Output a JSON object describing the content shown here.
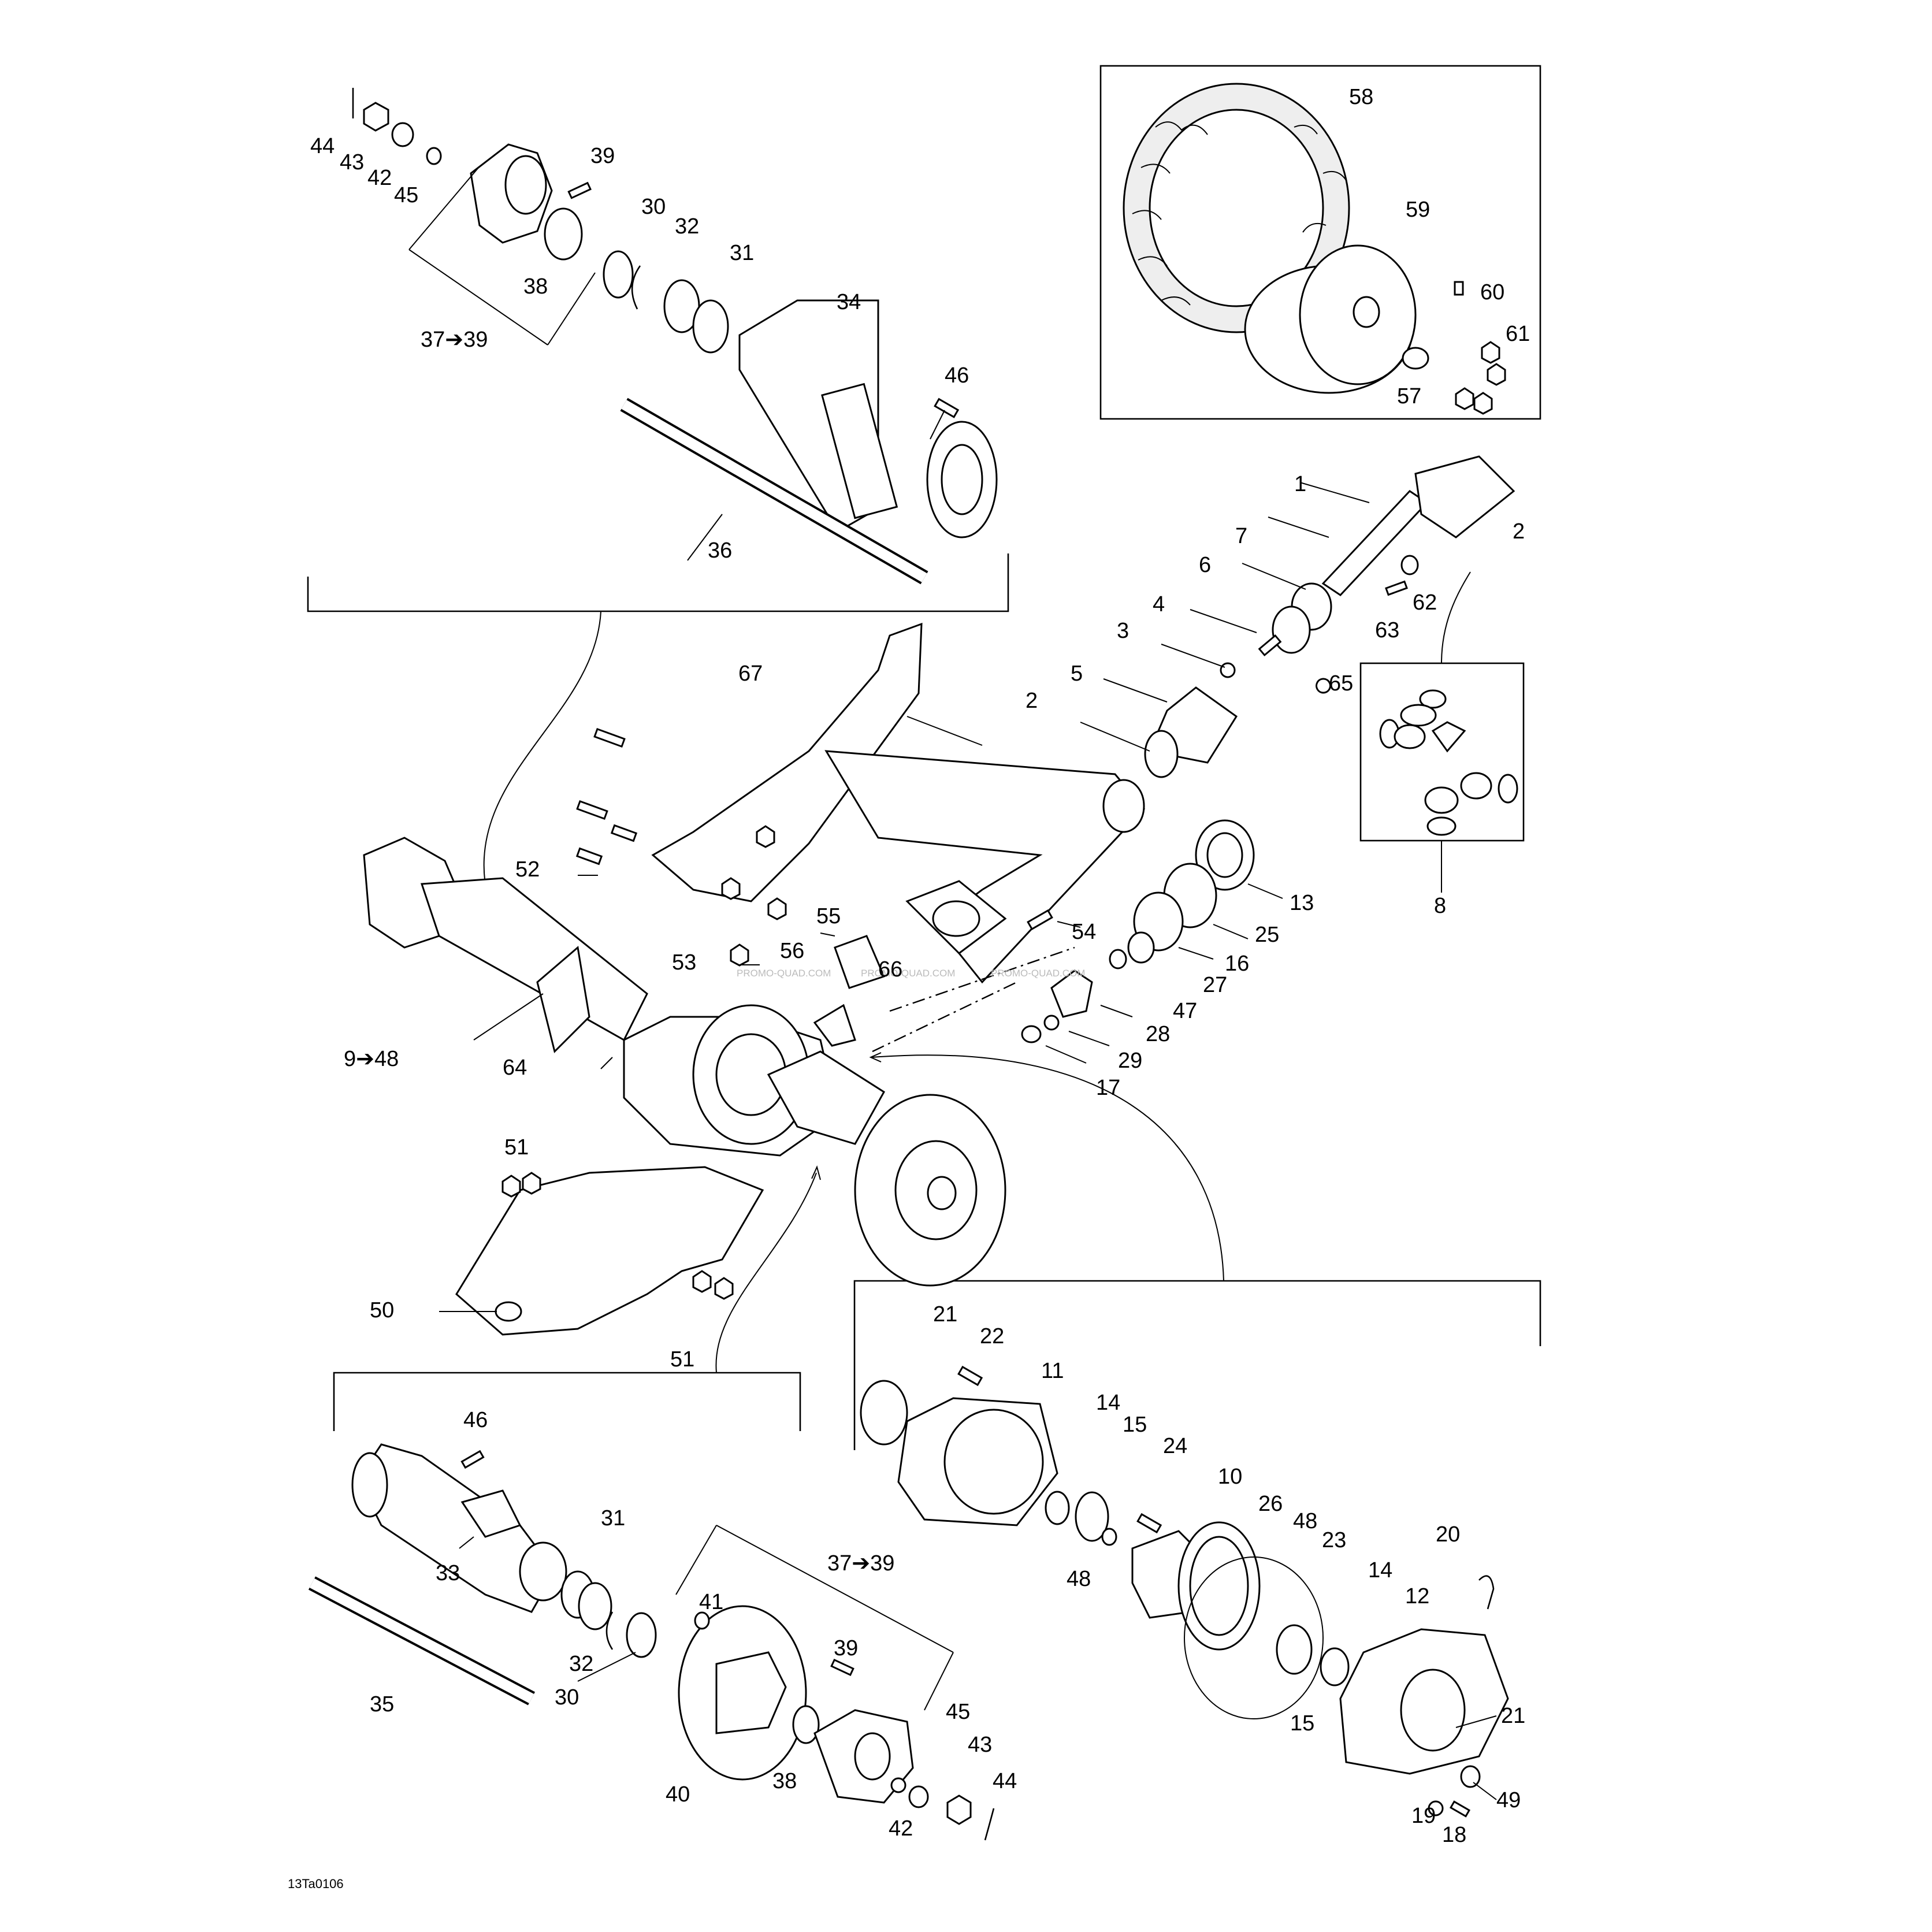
{
  "figure_code": "13Ta0106",
  "watermark": "PROMO-QUAD.COM",
  "callouts": [
    {
      "id": "c-44a",
      "text": "44"
    },
    {
      "id": "c-43a",
      "text": "43"
    },
    {
      "id": "c-42a",
      "text": "42"
    },
    {
      "id": "c-45a",
      "text": "45"
    },
    {
      "id": "c-39a",
      "text": "39"
    },
    {
      "id": "c-38a",
      "text": "38"
    },
    {
      "id": "c-3739a",
      "text": "37➔39"
    },
    {
      "id": "c-30a",
      "text": "30"
    },
    {
      "id": "c-32a",
      "text": "32"
    },
    {
      "id": "c-31a",
      "text": "31"
    },
    {
      "id": "c-34",
      "text": "34"
    },
    {
      "id": "c-46a",
      "text": "46"
    },
    {
      "id": "c-36",
      "text": "36"
    },
    {
      "id": "c-58",
      "text": "58"
    },
    {
      "id": "c-59",
      "text": "59"
    },
    {
      "id": "c-60",
      "text": "60"
    },
    {
      "id": "c-61",
      "text": "61"
    },
    {
      "id": "c-57",
      "text": "57"
    },
    {
      "id": "c-1",
      "text": "1"
    },
    {
      "id": "c-2a",
      "text": "2"
    },
    {
      "id": "c-7",
      "text": "7"
    },
    {
      "id": "c-6",
      "text": "6"
    },
    {
      "id": "c-62",
      "text": "62"
    },
    {
      "id": "c-4",
      "text": "4"
    },
    {
      "id": "c-63",
      "text": "63"
    },
    {
      "id": "c-3",
      "text": "3"
    },
    {
      "id": "c-65",
      "text": "65"
    },
    {
      "id": "c-5",
      "text": "5"
    },
    {
      "id": "c-2b",
      "text": "2"
    },
    {
      "id": "c-67",
      "text": "67"
    },
    {
      "id": "c-8",
      "text": "8"
    },
    {
      "id": "c-52",
      "text": "52"
    },
    {
      "id": "c-13",
      "text": "13"
    },
    {
      "id": "c-25",
      "text": "25"
    },
    {
      "id": "c-54",
      "text": "54"
    },
    {
      "id": "c-16",
      "text": "16"
    },
    {
      "id": "c-55",
      "text": "55"
    },
    {
      "id": "c-53",
      "text": "53"
    },
    {
      "id": "c-56",
      "text": "56"
    },
    {
      "id": "c-66",
      "text": "66"
    },
    {
      "id": "c-27",
      "text": "27"
    },
    {
      "id": "c-47",
      "text": "47"
    },
    {
      "id": "c-28",
      "text": "28"
    },
    {
      "id": "c-29",
      "text": "29"
    },
    {
      "id": "c-17",
      "text": "17"
    },
    {
      "id": "c-948",
      "text": "9➔48"
    },
    {
      "id": "c-64",
      "text": "64"
    },
    {
      "id": "c-51a",
      "text": "51"
    },
    {
      "id": "c-50",
      "text": "50"
    },
    {
      "id": "c-51b",
      "text": "51"
    },
    {
      "id": "c-21a",
      "text": "21"
    },
    {
      "id": "c-22",
      "text": "22"
    },
    {
      "id": "c-11",
      "text": "11"
    },
    {
      "id": "c-14a",
      "text": "14"
    },
    {
      "id": "c-15a",
      "text": "15"
    },
    {
      "id": "c-24",
      "text": "24"
    },
    {
      "id": "c-10",
      "text": "10"
    },
    {
      "id": "c-26",
      "text": "26"
    },
    {
      "id": "c-48a",
      "text": "48"
    },
    {
      "id": "c-23",
      "text": "23"
    },
    {
      "id": "c-48b",
      "text": "48"
    },
    {
      "id": "c-20",
      "text": "20"
    },
    {
      "id": "c-14b",
      "text": "14"
    },
    {
      "id": "c-12",
      "text": "12"
    },
    {
      "id": "c-15b",
      "text": "15"
    },
    {
      "id": "c-21b",
      "text": "21"
    },
    {
      "id": "c-49",
      "text": "49"
    },
    {
      "id": "c-19",
      "text": "19"
    },
    {
      "id": "c-18",
      "text": "18"
    },
    {
      "id": "c-46b",
      "text": "46"
    },
    {
      "id": "c-31b",
      "text": "31"
    },
    {
      "id": "c-33",
      "text": "33"
    },
    {
      "id": "c-32b",
      "text": "32"
    },
    {
      "id": "c-30b",
      "text": "30"
    },
    {
      "id": "c-35",
      "text": "35"
    },
    {
      "id": "c-3739b",
      "text": "37➔39"
    },
    {
      "id": "c-41",
      "text": "41"
    },
    {
      "id": "c-39b",
      "text": "39"
    },
    {
      "id": "c-45b",
      "text": "45"
    },
    {
      "id": "c-43b",
      "text": "43"
    },
    {
      "id": "c-44b",
      "text": "44"
    },
    {
      "id": "c-38b",
      "text": "38"
    },
    {
      "id": "c-40",
      "text": "40"
    },
    {
      "id": "c-42b",
      "text": "42"
    }
  ]
}
